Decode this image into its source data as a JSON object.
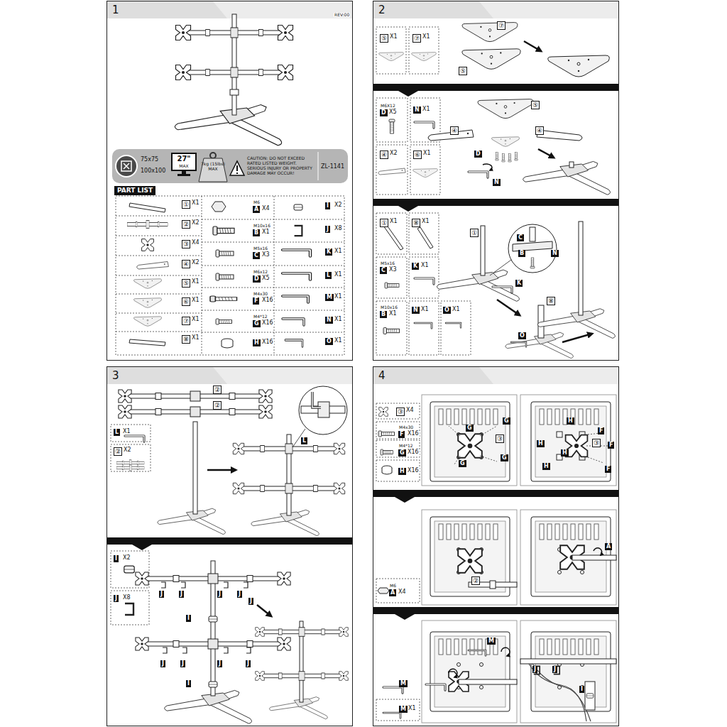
{
  "diagram": {
    "nodes": [
      {
        "text": [
          "1"
        ]
      },
      {
        "text": [
          "75x75",
          "100x100",
          "27\"",
          "MAX",
          "7kg (15lbs) MAX",
          "CAUTION: DO NOT EXCEED RATED LISTED WEIGHT. SERIOUS INJURY OR PROPERTY DAMAGE MAY OCCUR!",
          "ZL-1141"
        ],
        "in": 0
      },
      {
        "text": [
          "2"
        ]
      },
      {
        "text": [
          "3"
        ]
      },
      {
        "text": [
          "4"
        ]
      }
    ],
    "labels": [
      "REV:00",
      "PART LIST",
      "①",
      "X1",
      "②",
      "X2",
      "③",
      "X4",
      "④",
      "X2",
      "⑤",
      "X1",
      "⑥",
      "X1",
      "⑦",
      "X1",
      "⑧",
      "X1",
      "M6",
      "A",
      "X4",
      "I",
      "X2",
      "M10x16",
      "B",
      "X1",
      "J",
      "X8",
      "M5x16",
      "C",
      "X3",
      "K",
      "X1",
      "M6x12",
      "D",
      "X5",
      "L",
      "X1",
      "M4x30",
      "F",
      "X16",
      "M",
      "X1",
      "M4*12",
      "G",
      "X16",
      "N",
      "X1",
      "H",
      "X16",
      "O",
      "X1",
      "⑤",
      "X1",
      "⑦",
      "X1",
      "⑦",
      "⑤",
      "M6X12",
      "D",
      "X5",
      "N",
      "X1",
      "④",
      "X2",
      "⑥",
      "X1",
      "⑤",
      "④",
      "④",
      "D",
      "N",
      "①",
      "X1",
      "⑧",
      "X1",
      "M5x16",
      "C",
      "X3",
      "K",
      "X1",
      "M10x16",
      "B",
      "X1",
      "N",
      "X1",
      "O",
      "X1",
      "①",
      "C",
      "B",
      "N",
      "K",
      "⑧",
      "O",
      "②",
      "②",
      "L",
      "X1",
      "②",
      "X2",
      "L",
      "I",
      "X2",
      "J",
      "X8",
      "J",
      "J",
      "J",
      "J",
      "J",
      "J",
      "J",
      "J",
      "J",
      "I",
      "I",
      "③",
      "X4",
      "M4x30",
      "F",
      "X16",
      "M4*12",
      "G",
      "X16",
      "H",
      "X16",
      "G",
      "G",
      "③",
      "G",
      "G",
      "H",
      "H",
      "③",
      "F",
      "F",
      "H",
      "F",
      "H",
      "M6",
      "A",
      "X4",
      "②",
      "A",
      "M",
      "M",
      "M",
      "X1",
      "J",
      "J",
      "I"
    ]
  }
}
